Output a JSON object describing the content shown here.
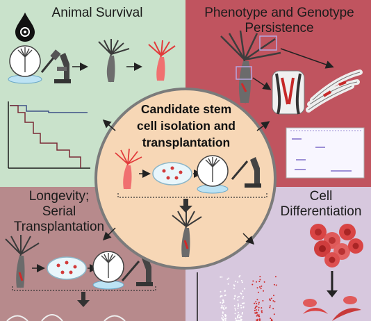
{
  "quadrants": {
    "top_left": {
      "title": "Animal Survival"
    },
    "top_right": {
      "title_line1": "Phenotype and Genotype",
      "title_line2": "Persistence"
    },
    "bottom_left": {
      "title_line1": "Longevity;",
      "title_line2": "Serial",
      "title_line3": "Transplantation"
    },
    "bottom_right": {
      "title_line1": "Cell",
      "title_line2": "Differentiation"
    }
  },
  "center": {
    "title_line1": "Candidate stem",
    "title_line2": "cell isolation and",
    "title_line3": "transplantation"
  },
  "colors": {
    "survival_green": "#c9e2cb",
    "phenotype_red": "#c0545f",
    "longevity_mauve": "#b78a8c",
    "differentiation_lilac": "#d7c8de",
    "center_peach": "#f7d7b6",
    "blue_curve": "#3e4f86",
    "maroon_curve": "#7b2a36"
  },
  "icons": [
    "biohazard-drop-icon",
    "microscope-icon",
    "pipette-icon",
    "hydra-polyp-icon",
    "petri-dish-icon",
    "red-blood-cell-icon"
  ]
}
